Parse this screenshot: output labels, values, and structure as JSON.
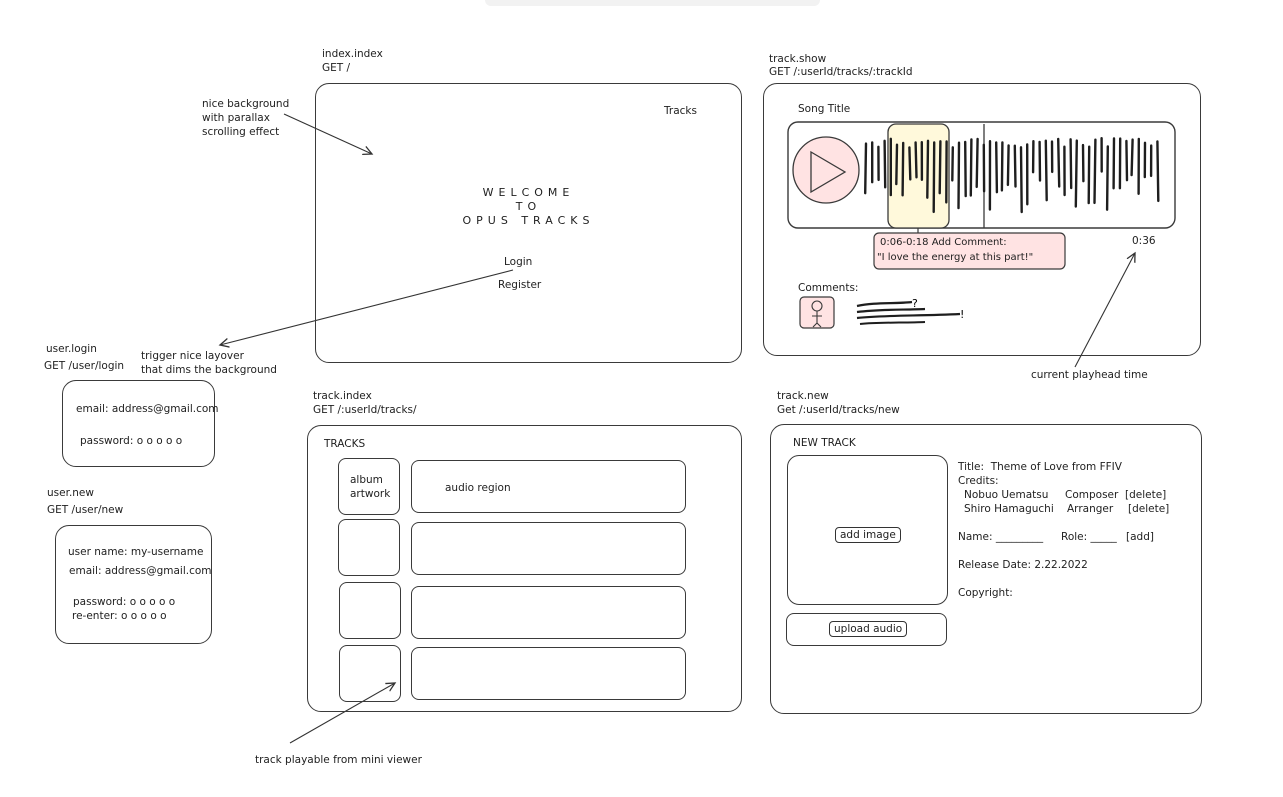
{
  "annotations": {
    "parallax": "nice background\nwith parallax\nscrolling effect",
    "layover": "trigger nice layover\nthat dims the background",
    "playhead": "current playhead time",
    "mini_viewer": "track playable from mini viewer"
  },
  "index": {
    "route_name": "index.index",
    "route_path": "GET /",
    "nav_tracks": "Tracks",
    "welcome_line1": "WELCOME",
    "welcome_line2": "TO",
    "welcome_line3": "OPUS  TRACKS",
    "login": "Login",
    "register": "Register"
  },
  "user_login": {
    "route_name": "user.login",
    "route_path": "GET /user/login",
    "email": "email: address@gmail.com",
    "password": "password: o o o o o"
  },
  "user_new": {
    "route_name": "user.new",
    "route_path": "GET /user/new",
    "username": "user name: my-username",
    "email": "email: address@gmail.com",
    "password": "password: o o o o o",
    "reenter": "re-enter: o o o o o"
  },
  "track_show": {
    "route_name": "track.show",
    "route_path": "GET /:userId/tracks/:trackId",
    "song_title": "Song Title",
    "comment_range": "0:06-0:18 Add Comment:",
    "comment_text": "\"I love the energy at this part!\"",
    "playhead_time": "0:36",
    "comments_label": "Comments:"
  },
  "track_index": {
    "route_name": "track.index",
    "route_path": "GET /:userId/tracks/",
    "heading": "TRACKS",
    "artwork_label": "album\nartwork",
    "audio_label": "audio region"
  },
  "track_new": {
    "route_name": "track.new",
    "route_path": "Get /:userId/tracks/new",
    "heading": "NEW TRACK",
    "add_image": "add image",
    "upload_audio": "upload audio",
    "title": "Title:  Theme of Love from FFIV",
    "credits_label": "Credits:",
    "credits": [
      {
        "name": "Nobuo Uematsu",
        "role": "Composer",
        "action": "[delete]"
      },
      {
        "name": "Shiro Hamaguchi",
        "role": "Arranger",
        "action": "[delete]"
      }
    ],
    "name_label": "Name: _________",
    "role_label": "Role: _____",
    "add_label": "[add]",
    "release_date": "Release Date: 2.22.2022",
    "copyright": "Copyright:"
  }
}
